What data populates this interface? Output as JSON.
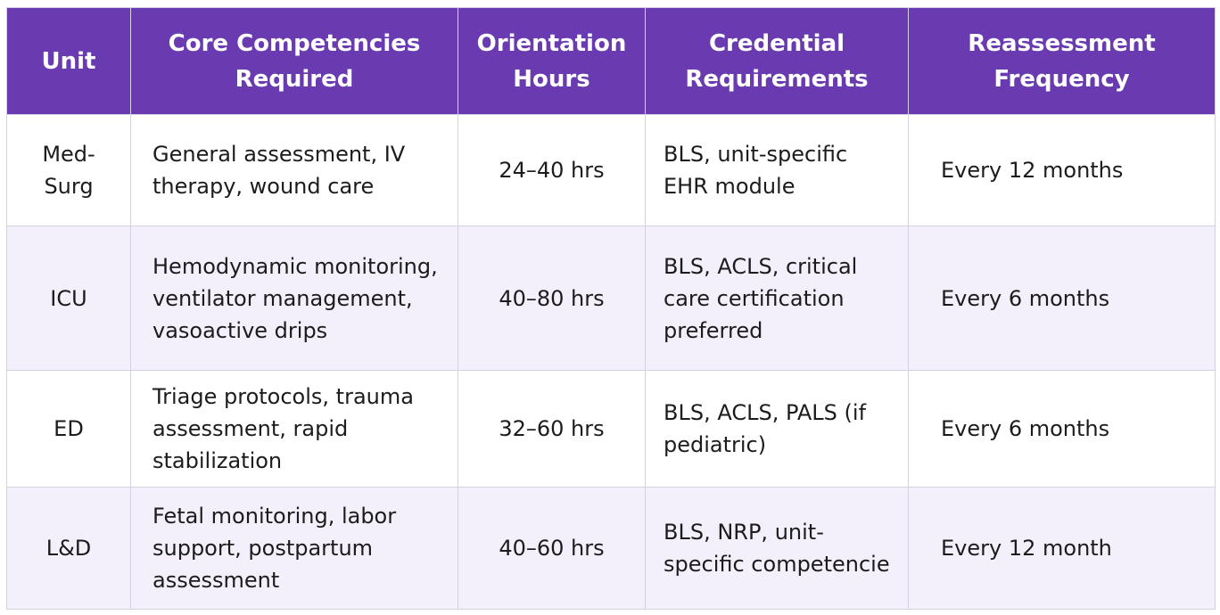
{
  "headers": [
    "Unit",
    "Core Competencies Required",
    "Orientation Hours",
    "Credential Requirements",
    "Reassessment Frequency"
  ],
  "rows": [
    {
      "unit": "Med-Surg",
      "core": "General assessment, IV therapy, wound care",
      "hours": "24–40 hrs",
      "cred": "BLS, unit-specific EHR module",
      "freq": "Every 12 months"
    },
    {
      "unit": "ICU",
      "core": "Hemodynamic monitoring, ventilator management, vasoactive drips",
      "hours": "40–80 hrs",
      "cred": "BLS, ACLS, critical care certification preferred",
      "freq": "Every 6 months"
    },
    {
      "unit": "ED",
      "core": "Triage protocols, trauma assessment, rapid stabilization",
      "hours": "32–60 hrs",
      "cred": "BLS, ACLS, PALS (if pediatric)",
      "freq": "Every 6 months"
    },
    {
      "unit": "L&D",
      "core": "Fetal monitoring, labor support, postpartum assessment",
      "hours": "40–60 hrs",
      "cred": "BLS, NRP, unit-specific competencie",
      "freq": "Every 12 month"
    }
  ],
  "colors": {
    "header_bg": "#6a3bb0",
    "header_text": "#ffffff",
    "row_shade": "#f3f0fb",
    "border": "#d6d0e2"
  }
}
